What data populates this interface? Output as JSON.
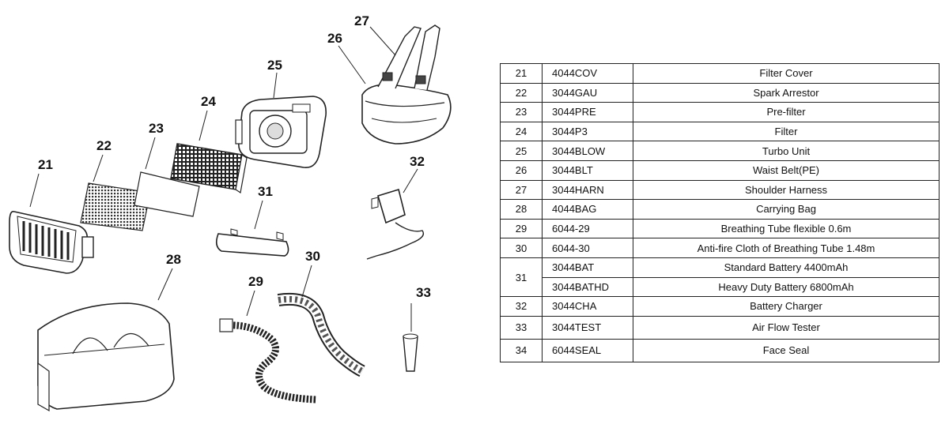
{
  "callouts": [
    "21",
    "22",
    "23",
    "24",
    "25",
    "26",
    "27",
    "28",
    "29",
    "30",
    "31",
    "32",
    "33"
  ],
  "parts": [
    {
      "num": "21",
      "code": "4044COV",
      "desc": "Filter Cover"
    },
    {
      "num": "22",
      "code": "3044GAU",
      "desc": "Spark Arrestor"
    },
    {
      "num": "23",
      "code": "3044PRE",
      "desc": "Pre-filter"
    },
    {
      "num": "24",
      "code": "3044P3",
      "desc": "Filter"
    },
    {
      "num": "25",
      "code": "3044BLOW",
      "desc": "Turbo Unit"
    },
    {
      "num": "26",
      "code": "3044BLT",
      "desc": "Waist Belt(PE)"
    },
    {
      "num": "27",
      "code": "3044HARN",
      "desc": "Shoulder Harness"
    },
    {
      "num": "28",
      "code": "4044BAG",
      "desc": "Carrying Bag"
    },
    {
      "num": "29",
      "code": "6044-29",
      "desc": "Breathing Tube flexible 0.6m"
    },
    {
      "num": "30",
      "code": "6044-30",
      "desc": "Anti-fire Cloth of Breathing Tube 1.48m"
    },
    {
      "num": "31",
      "code": "3044BAT",
      "desc": "Standard Battery 4400mAh"
    },
    {
      "num": "",
      "code": "3044BATHD",
      "desc": "Heavy Duty Battery 6800mAh"
    },
    {
      "num": "32",
      "code": "3044CHA",
      "desc": "Battery Charger"
    },
    {
      "num": "33",
      "code": "3044TEST",
      "desc": "Air Flow Tester"
    },
    {
      "num": "34",
      "code": "6044SEAL",
      "desc": "Face Seal"
    }
  ]
}
